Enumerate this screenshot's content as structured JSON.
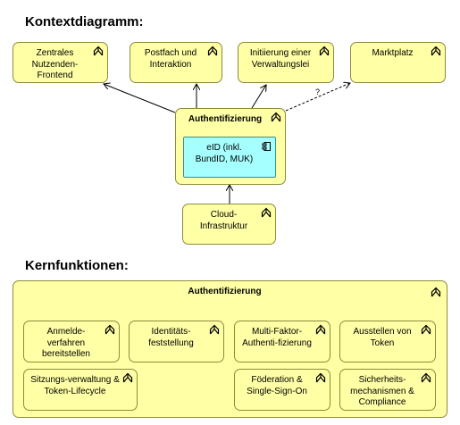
{
  "headings": {
    "context": "Kontextdiagramm:",
    "core": "Kernfunktionen:"
  },
  "context": {
    "nodes": {
      "frontend": "Zentrales Nutzenden-Frontend",
      "postfach": "Postfach und Interaktion",
      "initiierung": "Initiierung einer Verwaltungslei",
      "marktplatz": "Marktplatz",
      "auth": "Authentifizierung",
      "eid": "eID (inkl. BundID, MUK)",
      "cloud": "Cloud-Infrastruktur"
    },
    "edge_label": "?"
  },
  "core": {
    "container_title": "Authentifizierung",
    "functions": {
      "anmelde": "Anmelde-verfahren bereitstellen",
      "identitaet": "Identitäts-feststellung",
      "mfa": "Multi-Faktor-Authenti-fizierung",
      "token": "Ausstellen von Token",
      "sitzung": "Sitzungs-verwaltung & Token-Lifecycle",
      "foederation": "Föderation & Single-Sign-On",
      "sicherheit": "Sicherheits-mechanismen & Compliance"
    }
  },
  "colors": {
    "capability_fill": "#ffffa5",
    "capability_border": "#8c8c3c",
    "application_fill": "#a5ffff",
    "application_border": "#3c8c8c"
  },
  "icons": {
    "capability": "archimate-capability-icon",
    "component": "archimate-component-icon"
  }
}
